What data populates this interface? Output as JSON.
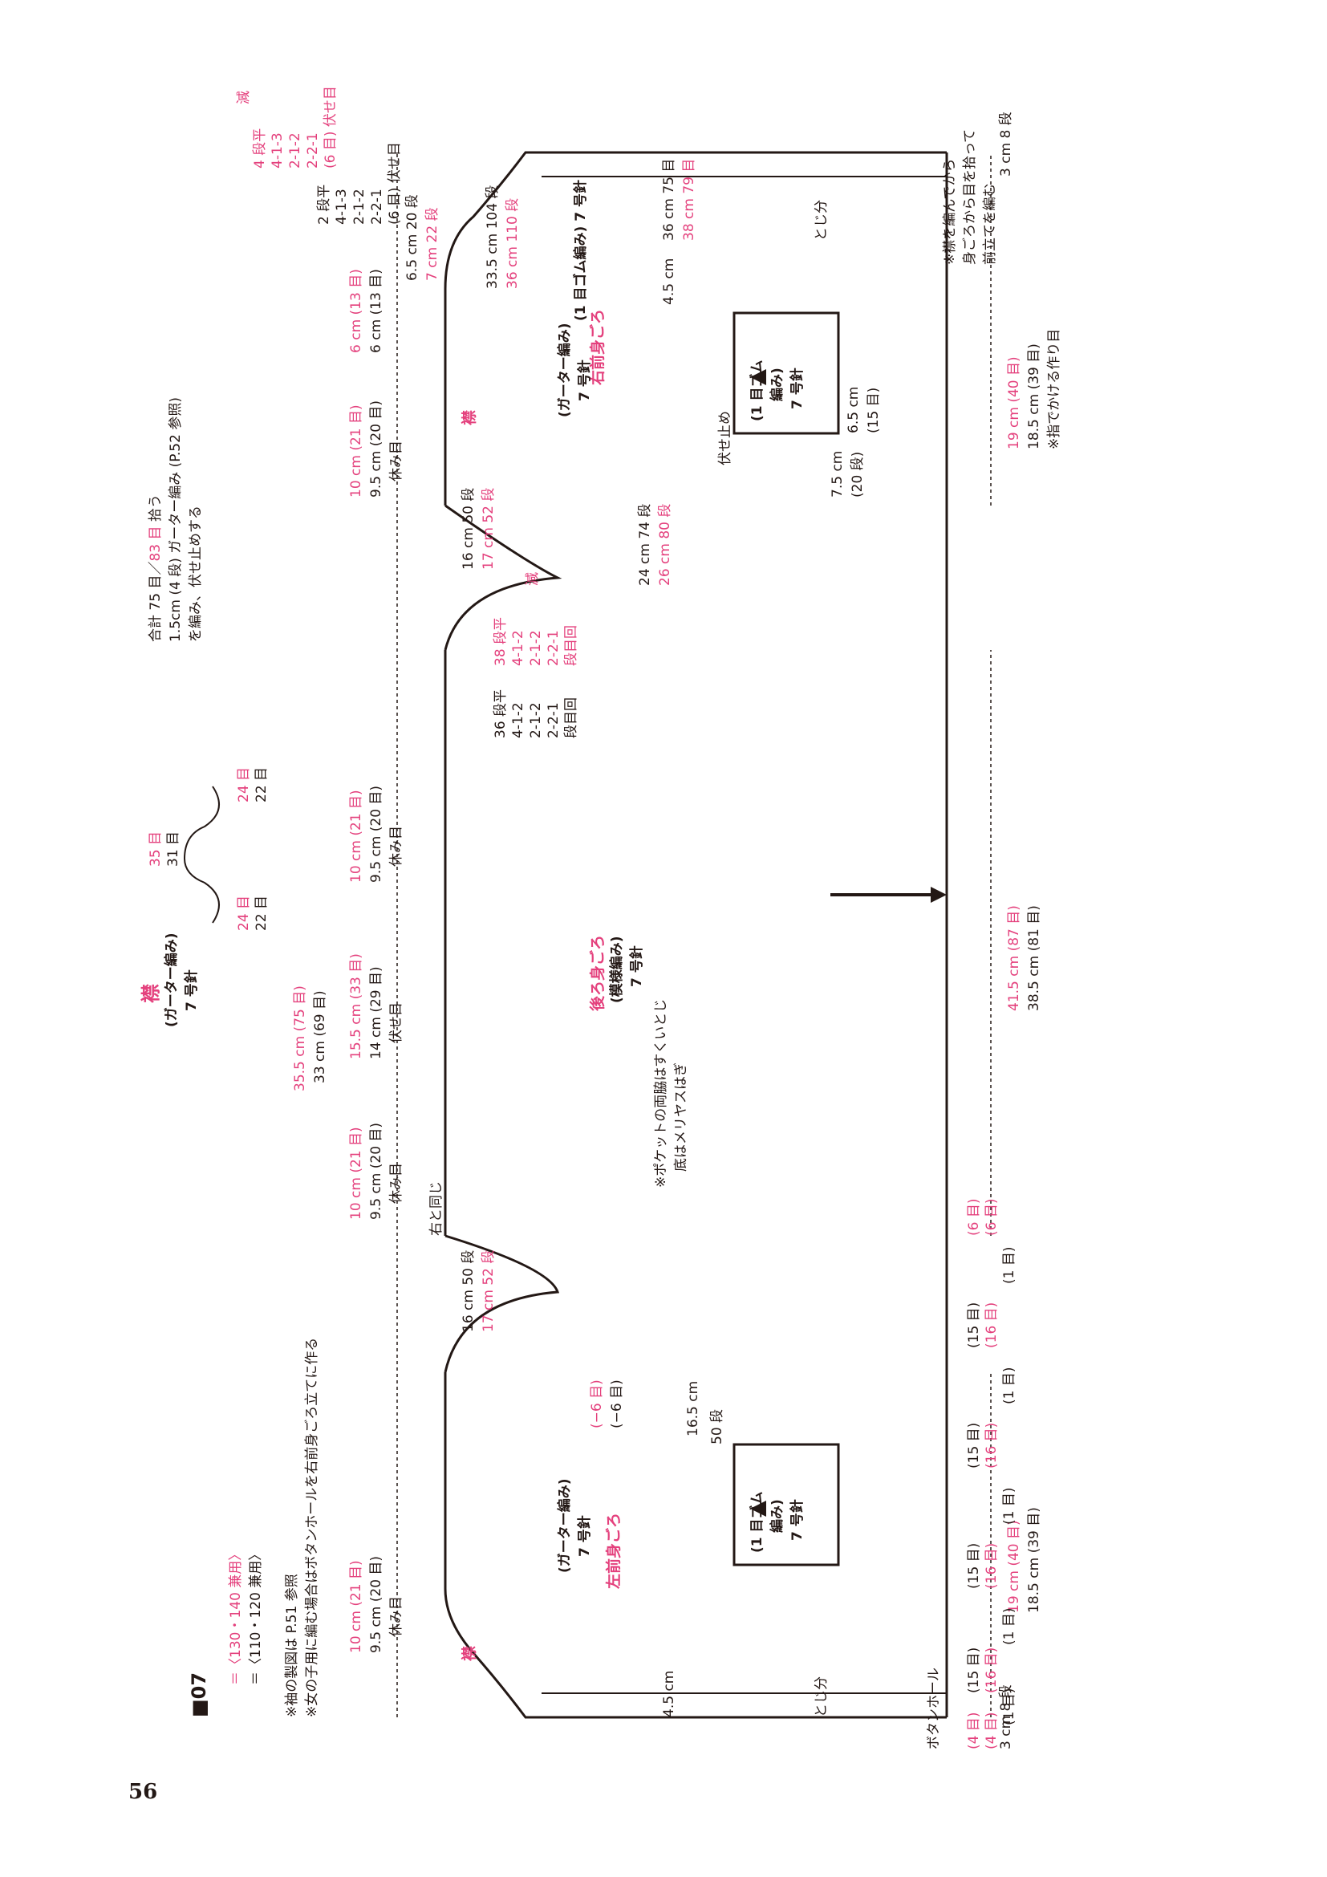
{
  "page_number": "56",
  "header": {
    "model": "■07",
    "legend_pink": "＝〈130・140 兼用〉",
    "legend_black": "＝〈110・120 兼用〉",
    "note1": "※袖の製図は P.51 参照",
    "note2": "※女の子用に編む場合はボタンホールを右前身ごろ立てに作る"
  },
  "collar": {
    "title": "襟",
    "technique": "(ガーター編み)",
    "needle": "7 号針",
    "top_pink": "35 目",
    "top_black": "31 目",
    "left_pink": "24 目",
    "left_black": "22 目",
    "right_pink": "24 目",
    "right_black": "22 目",
    "note_line1": "合計 75 目／",
    "note_line1_pink": "83 目",
    "note_line1_end": " 拾う",
    "note_line2": "1.5cm (4 段) ガーター編み (P.52 参照)",
    "note_line3": "を編み、伏せ止めする"
  },
  "left_front": {
    "title": "左前身ごろ",
    "technique": "(ガーター編み)",
    "needle": "7 号針",
    "collar_label": "襟",
    "buttonhole": "ボタンホール",
    "width_pink": "19 cm (40 目)",
    "width_black": "18.5 cm (39 目)",
    "neck_pink": "10 cm (21 目)",
    "neck_black": "9.5 cm (20 目)",
    "rest": "休み目",
    "toji": "とじ分",
    "edge": "4.5 cm",
    "dec_pink": "(−6 目)",
    "dec_black": "(−6 目)",
    "pocket": {
      "title": "(1 目ゴム",
      "title2": "編み)",
      "needle": "7 号針",
      "w": "16.5",
      "w_unit": "cm",
      "h": "50",
      "h_unit": "段"
    },
    "bottom_counts": [
      {
        "a": "(4 目)",
        "b": "(4 目)"
      },
      {
        "a": "(1 目)",
        "b": ""
      },
      {
        "a": "(15 目)",
        "b": "(16 目)"
      },
      {
        "a": "(1 目)",
        "b": ""
      },
      {
        "a": "(15 目)",
        "b": "(16 目)"
      },
      {
        "a": "(1 目)",
        "b": ""
      },
      {
        "a": "(15 目)",
        "b": "(16 目)"
      },
      {
        "a": "(1 目)",
        "b": ""
      },
      {
        "a": "(15 目)",
        "b": "(16 目)"
      },
      {
        "a": "(1 目)",
        "b": ""
      },
      {
        "a": "(6 目)",
        "b": "(6 目)"
      }
    ]
  },
  "back": {
    "title": "後ろ身ごろ",
    "technique": "(模様編み)",
    "needle": "7 号針",
    "note1": "※ポケットの両脇はすくいとじ",
    "note2": "底はメリヤスはぎ",
    "same": "右と同じ",
    "total_pink": "35.5 cm (75 目)",
    "total_black": "33 cm (69 目)",
    "shoulder_pink": "10 cm (21 目)",
    "shoulder_black": "9.5 cm (20 目)",
    "center_pink": "15.5 cm (33 目)",
    "center_black": "14 cm (29 目)",
    "bindoff": "伏せ目",
    "rest": "休み目",
    "width_pink": "41.5 cm (87 目)",
    "width_black": "38.5 cm (81 目)",
    "armhole_pink": "17 cm",
    "armhole_pink2": "52 段",
    "armhole_black": "16 cm",
    "armhole_black2": "50 段",
    "body_pink": "26 cm",
    "body_pink2": "80 段",
    "body_black": "24 cm",
    "body_black2": "74 段",
    "dec_black": [
      "36 段平",
      "4-1-2",
      "2-1-2",
      "2-2-1",
      "段目回"
    ],
    "dec_pink": [
      "38 段平",
      "4-1-2",
      "2-1-2",
      "2-2-1",
      "段目回"
    ],
    "dec_label": "減"
  },
  "right_front": {
    "title": "右前身ごろ",
    "technique": "(ガーター編み)",
    "needle": "7 号針",
    "collar_label": "襟",
    "band": "(1 目ゴム編み) 7 号針",
    "neck_pink": "10 cm (21 目)",
    "neck_black": "9.5 cm (20 目)",
    "band_w_pink": "6 cm (13 目)",
    "band_w_black": "6 cm (13 目)",
    "rest": "休み目",
    "width_pink": "19 cm (40 目)",
    "width_black": "18.5 cm (39 目)",
    "cast_on_note": "※指でかける作り目",
    "toji": "とじ分",
    "pocket": {
      "title": "(1 目ゴム",
      "title2": "編み)",
      "needle": "7 号針",
      "edge": "4.5 cm",
      "h": "6.5 cm",
      "h2": "(15 目)",
      "v": "7.5 cm",
      "v2": "(20 段)",
      "bindoff": "伏せ止め"
    },
    "total_h_pink": "36 cm",
    "total_h_pink2": "110 段",
    "total_h_black": "33.5 cm",
    "total_h_black2": "104 段",
    "upper_pink": "38 cm",
    "upper_pink2": "79 目",
    "upper_black": "36 cm",
    "upper_black2": "75 目",
    "neck_h_pink": "7 cm",
    "neck_h_pink2": "22 段",
    "neck_h_black": "6.5 cm",
    "neck_h_black2": "20 段",
    "hem_h": "3 cm",
    "hem_h2": "8 段",
    "neck_dec_black": [
      "2 段平",
      "4-1-3",
      "2-1-2",
      "2-2-1",
      "(6 目) 伏せ目"
    ],
    "neck_dec_pink": [
      "4 段平",
      "4-1-3",
      "2-1-2",
      "2-2-1",
      "(6 目) 伏せ目"
    ],
    "neck_dec_label": "減",
    "note1": "※襟を編んでから",
    "note2": "身ごろから目を拾って",
    "note3": "前立てを編む"
  },
  "colors": {
    "pink": "#e4417d",
    "ink": "#231815"
  }
}
